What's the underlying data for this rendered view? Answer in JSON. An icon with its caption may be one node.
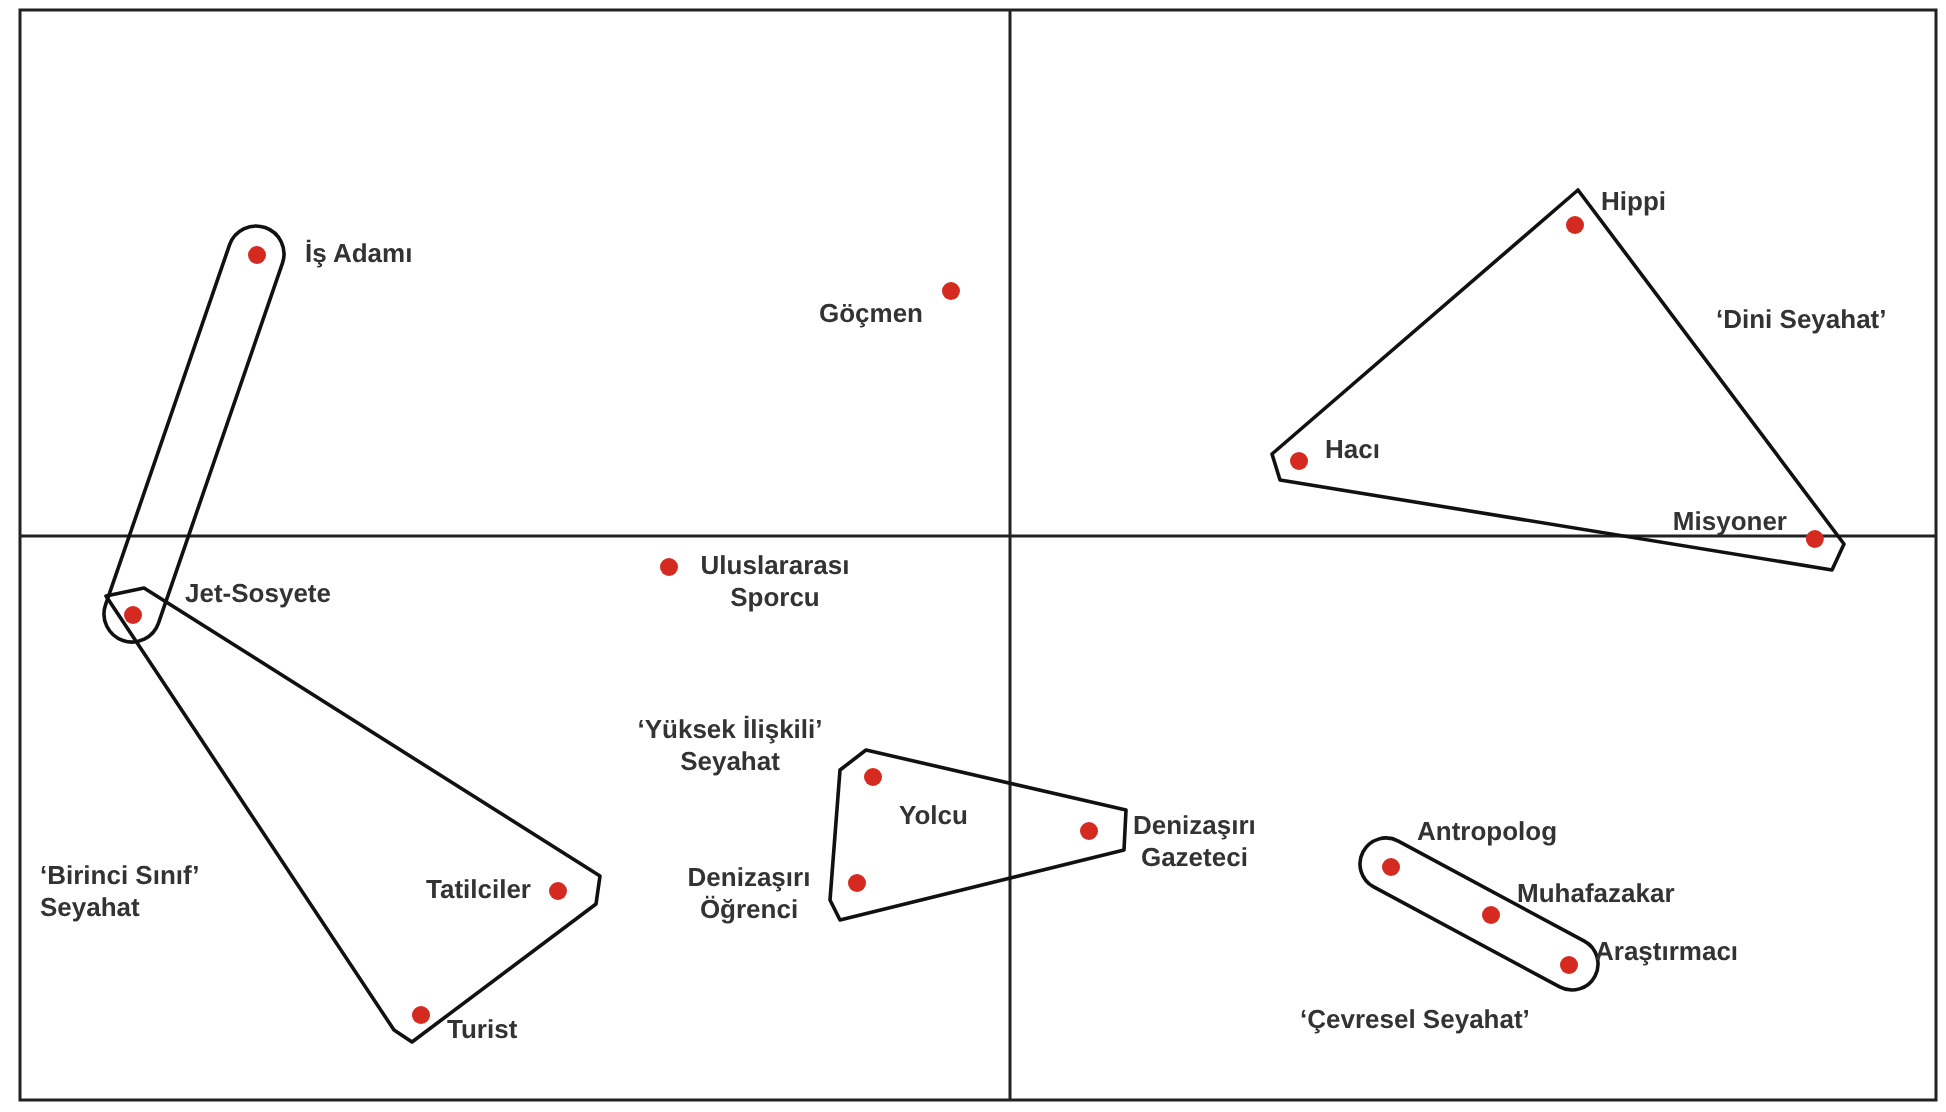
{
  "diagram": {
    "nodes": [
      {
        "text": [],
        "shape": "box"
      },
      {
        "text": [
          "İş Adamı"
        ],
        "in": 0
      },
      {
        "text": [
          "Jet-Sosyete"
        ]
      },
      {
        "text": [
          "Göçmen"
        ]
      },
      {
        "text": [
          "‘Dini Seyahat’"
        ]
      },
      {
        "text": [
          "Hippi"
        ],
        "in": 4
      },
      {
        "text": [
          "Hacı"
        ],
        "in": 4
      },
      {
        "text": [
          "Misyoner"
        ],
        "in": 4
      },
      {
        "text": [
          "Uluslararası Sporcu"
        ]
      },
      {
        "text": [
          "‘Birinci Sınıf’ Seyahat"
        ]
      },
      {
        "text": [
          "Tatilciler"
        ],
        "in": 9
      },
      {
        "text": [
          "Turist"
        ],
        "in": 9
      },
      {
        "text": [
          "‘Yüksek İlişkili’ Seyahat"
        ]
      },
      {
        "text": [
          "Yolcu"
        ],
        "in": 12
      },
      {
        "text": [
          "Denizaşırı Öğrenci"
        ],
        "in": 12
      },
      {
        "text": [
          "Denizaşırı Gazeteci"
        ],
        "in": 12
      },
      {
        "text": [
          "‘Çevresel Seyahat’"
        ]
      },
      {
        "text": [
          "Antropolog"
        ],
        "in": 16
      },
      {
        "text": [
          "Muhafazakar"
        ],
        "in": 16
      },
      {
        "text": [
          "Araştırmacı"
        ],
        "in": 16
      }
    ],
    "edges": []
  }
}
